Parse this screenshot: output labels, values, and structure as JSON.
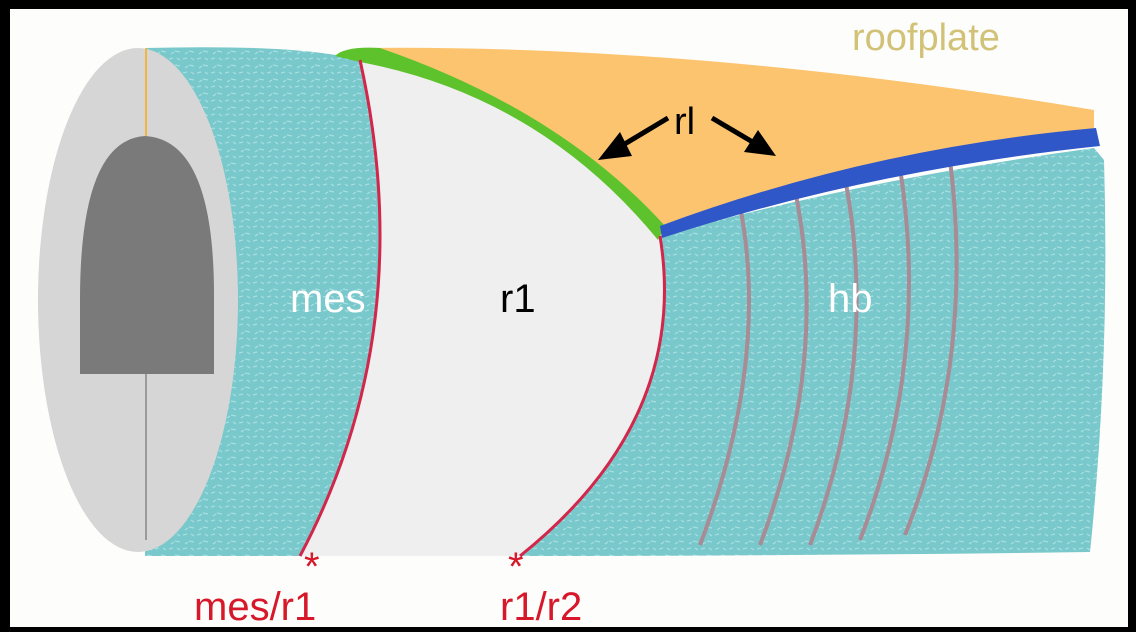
{
  "labels": {
    "roofplate": "roofplate",
    "rl": "rl",
    "mes": "mes",
    "r1": "r1",
    "hb": "hb",
    "mes_r1_marker": "*",
    "mes_r1": "mes/r1",
    "r1_r2_marker": "*",
    "r1_r2": "r1/r2"
  },
  "colors": {
    "border": "#000000",
    "background": "#fdfdfb",
    "cyan_tissue": "#79c8cb",
    "cyan_light": "#a7dfe1",
    "r1_white": "#efefef",
    "end_face": "#d6d6d6",
    "lumen": "#7a7a7a",
    "roofplate": "#fcc46f",
    "green_rl": "#5dc22b",
    "blue_rl": "#2f57c8",
    "boundary_red": "#d2264a",
    "segment_lines": "#a78b95",
    "roofplate_text": "#d2c277",
    "label_red": "#d7182a"
  },
  "icons": [
    "left-arrow-icon",
    "right-arrow-icon",
    "asterisk-icon"
  ]
}
